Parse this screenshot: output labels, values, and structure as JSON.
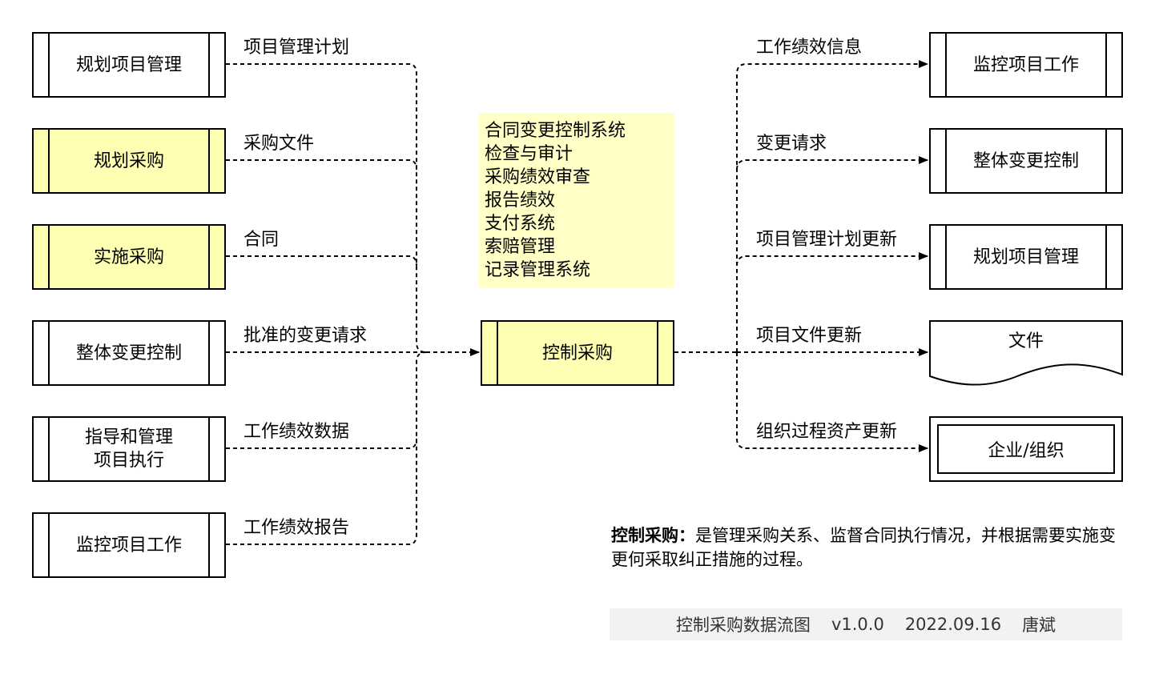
{
  "inputs": [
    {
      "process": "规划项目管理",
      "flow": "项目管理计划",
      "highlight": false
    },
    {
      "process": "规划采购",
      "flow": "采购文件",
      "highlight": true
    },
    {
      "process": "实施采购",
      "flow": "合同",
      "highlight": true
    },
    {
      "process": "整体变更控制",
      "flow": "批准的变更请求",
      "highlight": false
    },
    {
      "process": "指导和管理\n项目执行",
      "flow": "工作绩效数据",
      "highlight": false
    },
    {
      "process": "监控项目工作",
      "flow": "工作绩效报告",
      "highlight": false
    }
  ],
  "center": {
    "process": "控制采购"
  },
  "tools": [
    "合同变更控制系统",
    "检查与审计",
    "采购绩效审查",
    "报告绩效",
    "支付系统",
    "索赔管理",
    "记录管理系统"
  ],
  "outputs": [
    {
      "flow": "工作绩效信息",
      "target": "监控项目工作"
    },
    {
      "flow": "变更请求",
      "target": "整体变更控制"
    },
    {
      "flow": "项目管理计划更新",
      "target": "规划项目管理"
    },
    {
      "flow": "项目文件更新",
      "target": "文件"
    },
    {
      "flow": "组织过程资产更新",
      "target": "企业/组织"
    }
  ],
  "definition": {
    "term": "控制采购：",
    "text": "是管理采购关系、监督合同执行情况，并根据需要实施变更何采取纠正措施的过程。"
  },
  "footer": {
    "title": "控制采购数据流图",
    "version": "v1.0.0",
    "date": "2022.09.16",
    "author": "唐斌"
  },
  "colors": {
    "highlight": "#ffffb3",
    "tools_bg": "#ffffc6",
    "footer_bg": "#f2f2f2"
  }
}
